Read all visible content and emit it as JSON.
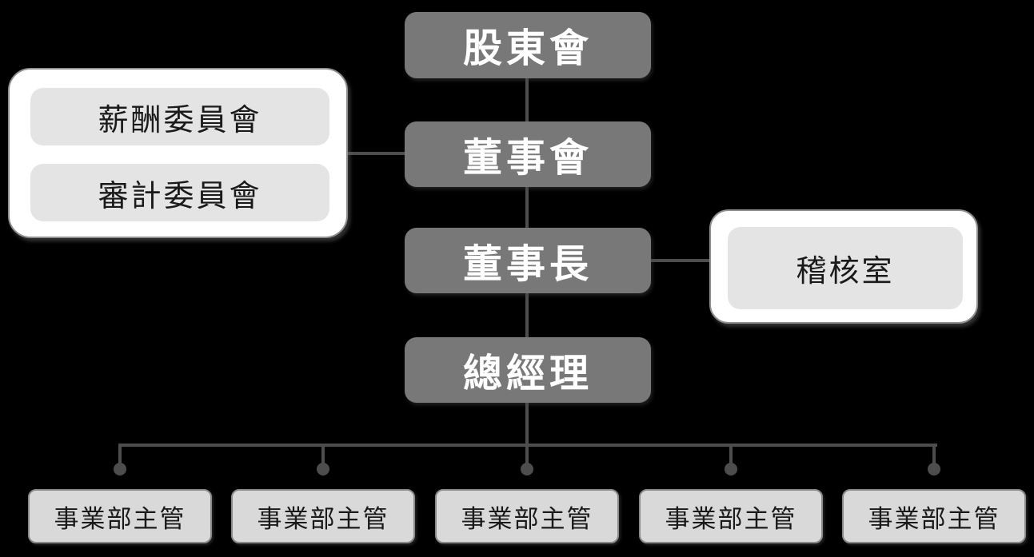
{
  "colors": {
    "background": "#000000",
    "main_node_fill": "#787878",
    "main_node_text": "#ffffff",
    "panel_fill": "#ffffff",
    "panel_border": "#8f8f8f",
    "panel_box_fill": "#e4e4e4",
    "unit_fill": "#d9d9d9",
    "unit_border": "#8a8a8a",
    "connector": "#4d4d4d",
    "dark_text": "#1a1a1a"
  },
  "nodes": {
    "shareholders": {
      "label": "股東會"
    },
    "board": {
      "label": "董事會"
    },
    "chairman": {
      "label": "董事長"
    },
    "general_manager": {
      "label": "總經理"
    }
  },
  "board_committees": {
    "items": [
      {
        "label": "薪酬委員會"
      },
      {
        "label": "審計委員會"
      }
    ]
  },
  "audit_office": {
    "label": "稽核室"
  },
  "business_units": {
    "items": [
      {
        "label": "事業部主管"
      },
      {
        "label": "事業部主管"
      },
      {
        "label": "事業部主管"
      },
      {
        "label": "事業部主管"
      },
      {
        "label": "事業部主管"
      }
    ]
  }
}
